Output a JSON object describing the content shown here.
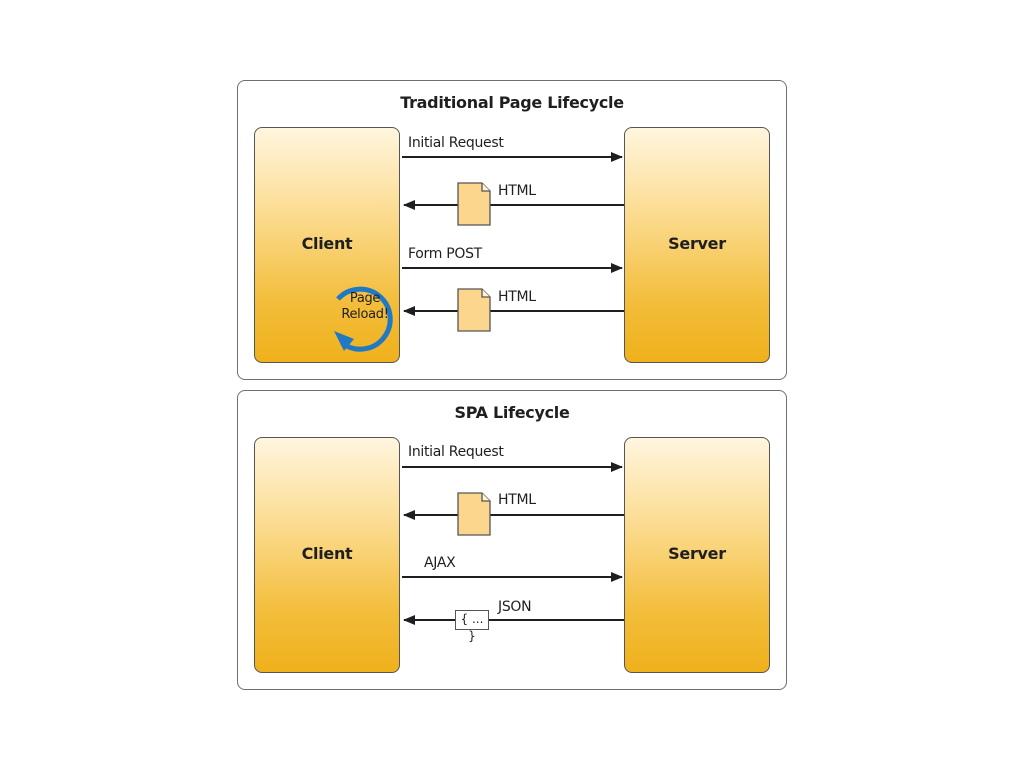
{
  "traditional": {
    "title": "Traditional Page Lifecycle",
    "client_label": "Client",
    "server_label": "Server",
    "arrows": [
      {
        "label": "Initial Request",
        "direction": "client-to-server"
      },
      {
        "label": "HTML",
        "direction": "server-to-client",
        "payload": "document-icon"
      },
      {
        "label": "Form POST",
        "direction": "client-to-server"
      },
      {
        "label": "HTML",
        "direction": "server-to-client",
        "payload": "document-icon"
      }
    ],
    "reload_badge": {
      "line1": "Page",
      "line2": "Reload!",
      "icon": "refresh-cycle-icon"
    }
  },
  "spa": {
    "title": "SPA Lifecycle",
    "client_label": "Client",
    "server_label": "Server",
    "arrows": [
      {
        "label": "Initial Request",
        "direction": "client-to-server"
      },
      {
        "label": "HTML",
        "direction": "server-to-client",
        "payload": "document-icon"
      },
      {
        "label": "AJAX",
        "direction": "client-to-server"
      },
      {
        "label": "JSON",
        "direction": "server-to-client",
        "payload": "json-icon"
      }
    ],
    "json_payload_text": "{ ... }"
  },
  "colors": {
    "box_fill_top": "#fff6df",
    "box_fill_bottom": "#efb11c",
    "doc_fill": "#fbd68c",
    "reload_arrow": "#1f79c4",
    "border": "#555555"
  }
}
